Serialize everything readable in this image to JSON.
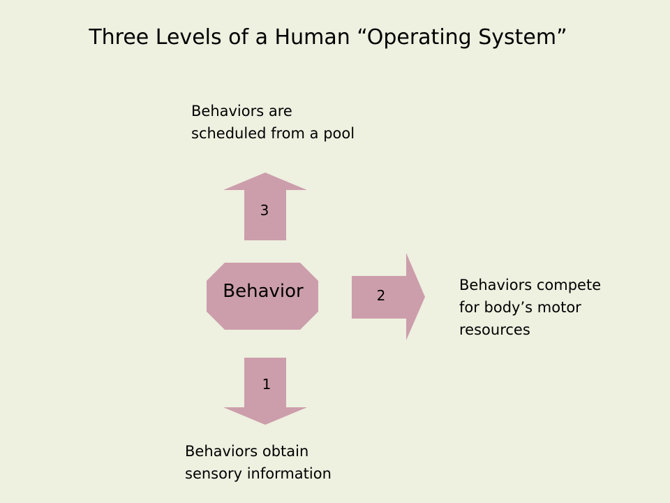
{
  "title": "Three Levels of a Human “Operating System”",
  "colors": {
    "background": "#eef0e0",
    "shape_fill": "#cc9eab"
  },
  "center": {
    "label": "Behavior"
  },
  "arrows": [
    {
      "number": "3",
      "direction": "up"
    },
    {
      "number": "2",
      "direction": "right"
    },
    {
      "number": "1",
      "direction": "down"
    }
  ],
  "notes": {
    "top": "Behaviors are\nscheduled from a pool",
    "right": "Behaviors compete\nfor body’s motor\nresources",
    "bottom": "Behaviors obtain\nsensory information"
  }
}
